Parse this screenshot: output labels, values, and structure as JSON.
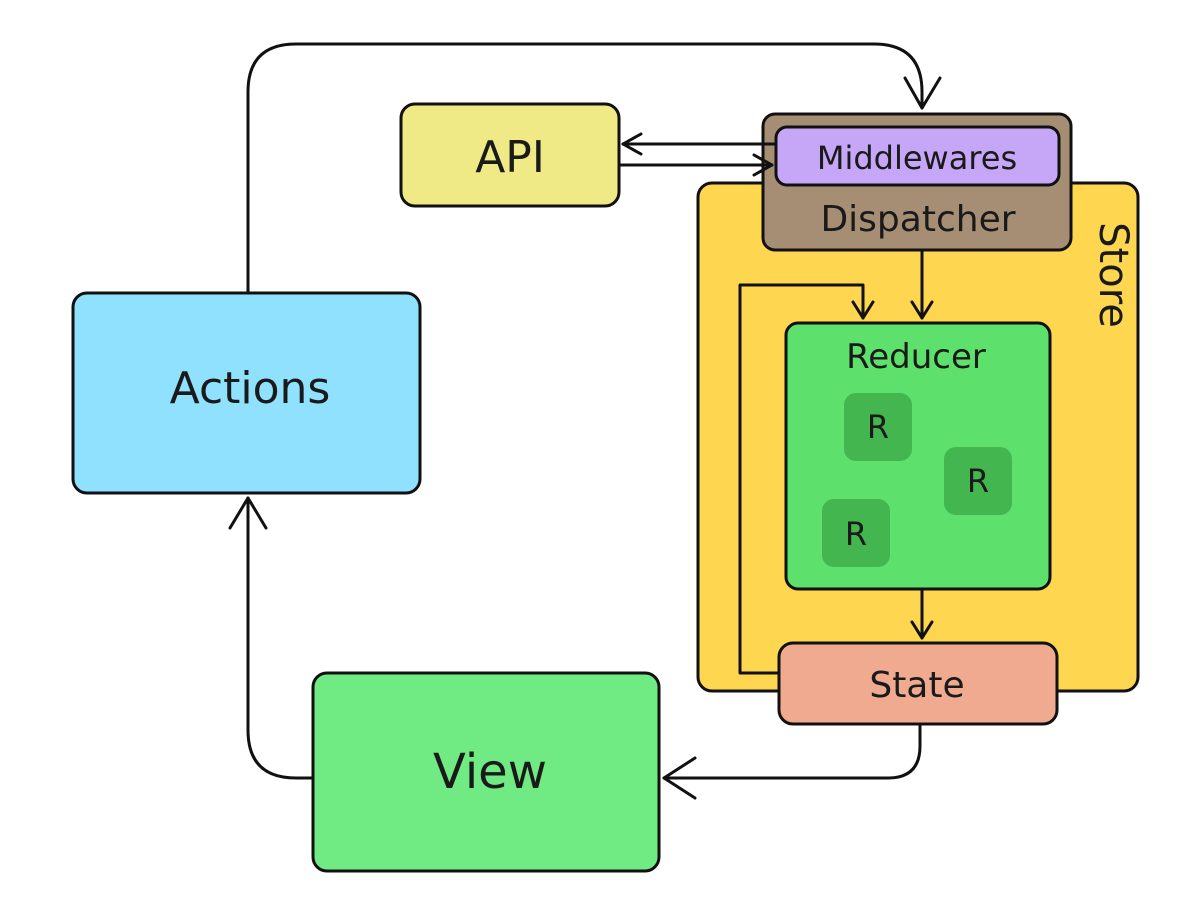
{
  "diagram": {
    "nodes": {
      "actions": "Actions",
      "api": "API",
      "middlewares": "Middlewares",
      "dispatcher": "Dispatcher",
      "store": "Store",
      "reducer": "Reducer",
      "reducer_items": [
        "R",
        "R",
        "R"
      ],
      "state": "State",
      "view": "View"
    },
    "colors": {
      "actions": "#8fe1fe",
      "api": "#f0ea86",
      "middlewares": "#c6a6f7",
      "dispatcher": "#a58e73",
      "store": "#fed64f",
      "reducer": "#5de06c",
      "reducer_item": "#44b64f",
      "state": "#efaa8f",
      "view": "#70ea83",
      "outline": "#111111"
    },
    "edges": [
      {
        "from": "actions",
        "to": "middlewares"
      },
      {
        "from": "middlewares",
        "to": "api"
      },
      {
        "from": "api",
        "to": "middlewares"
      },
      {
        "from": "dispatcher",
        "to": "reducer"
      },
      {
        "from": "state",
        "to": "reducer"
      },
      {
        "from": "reducer",
        "to": "state"
      },
      {
        "from": "state",
        "to": "view"
      },
      {
        "from": "view",
        "to": "actions"
      }
    ]
  }
}
